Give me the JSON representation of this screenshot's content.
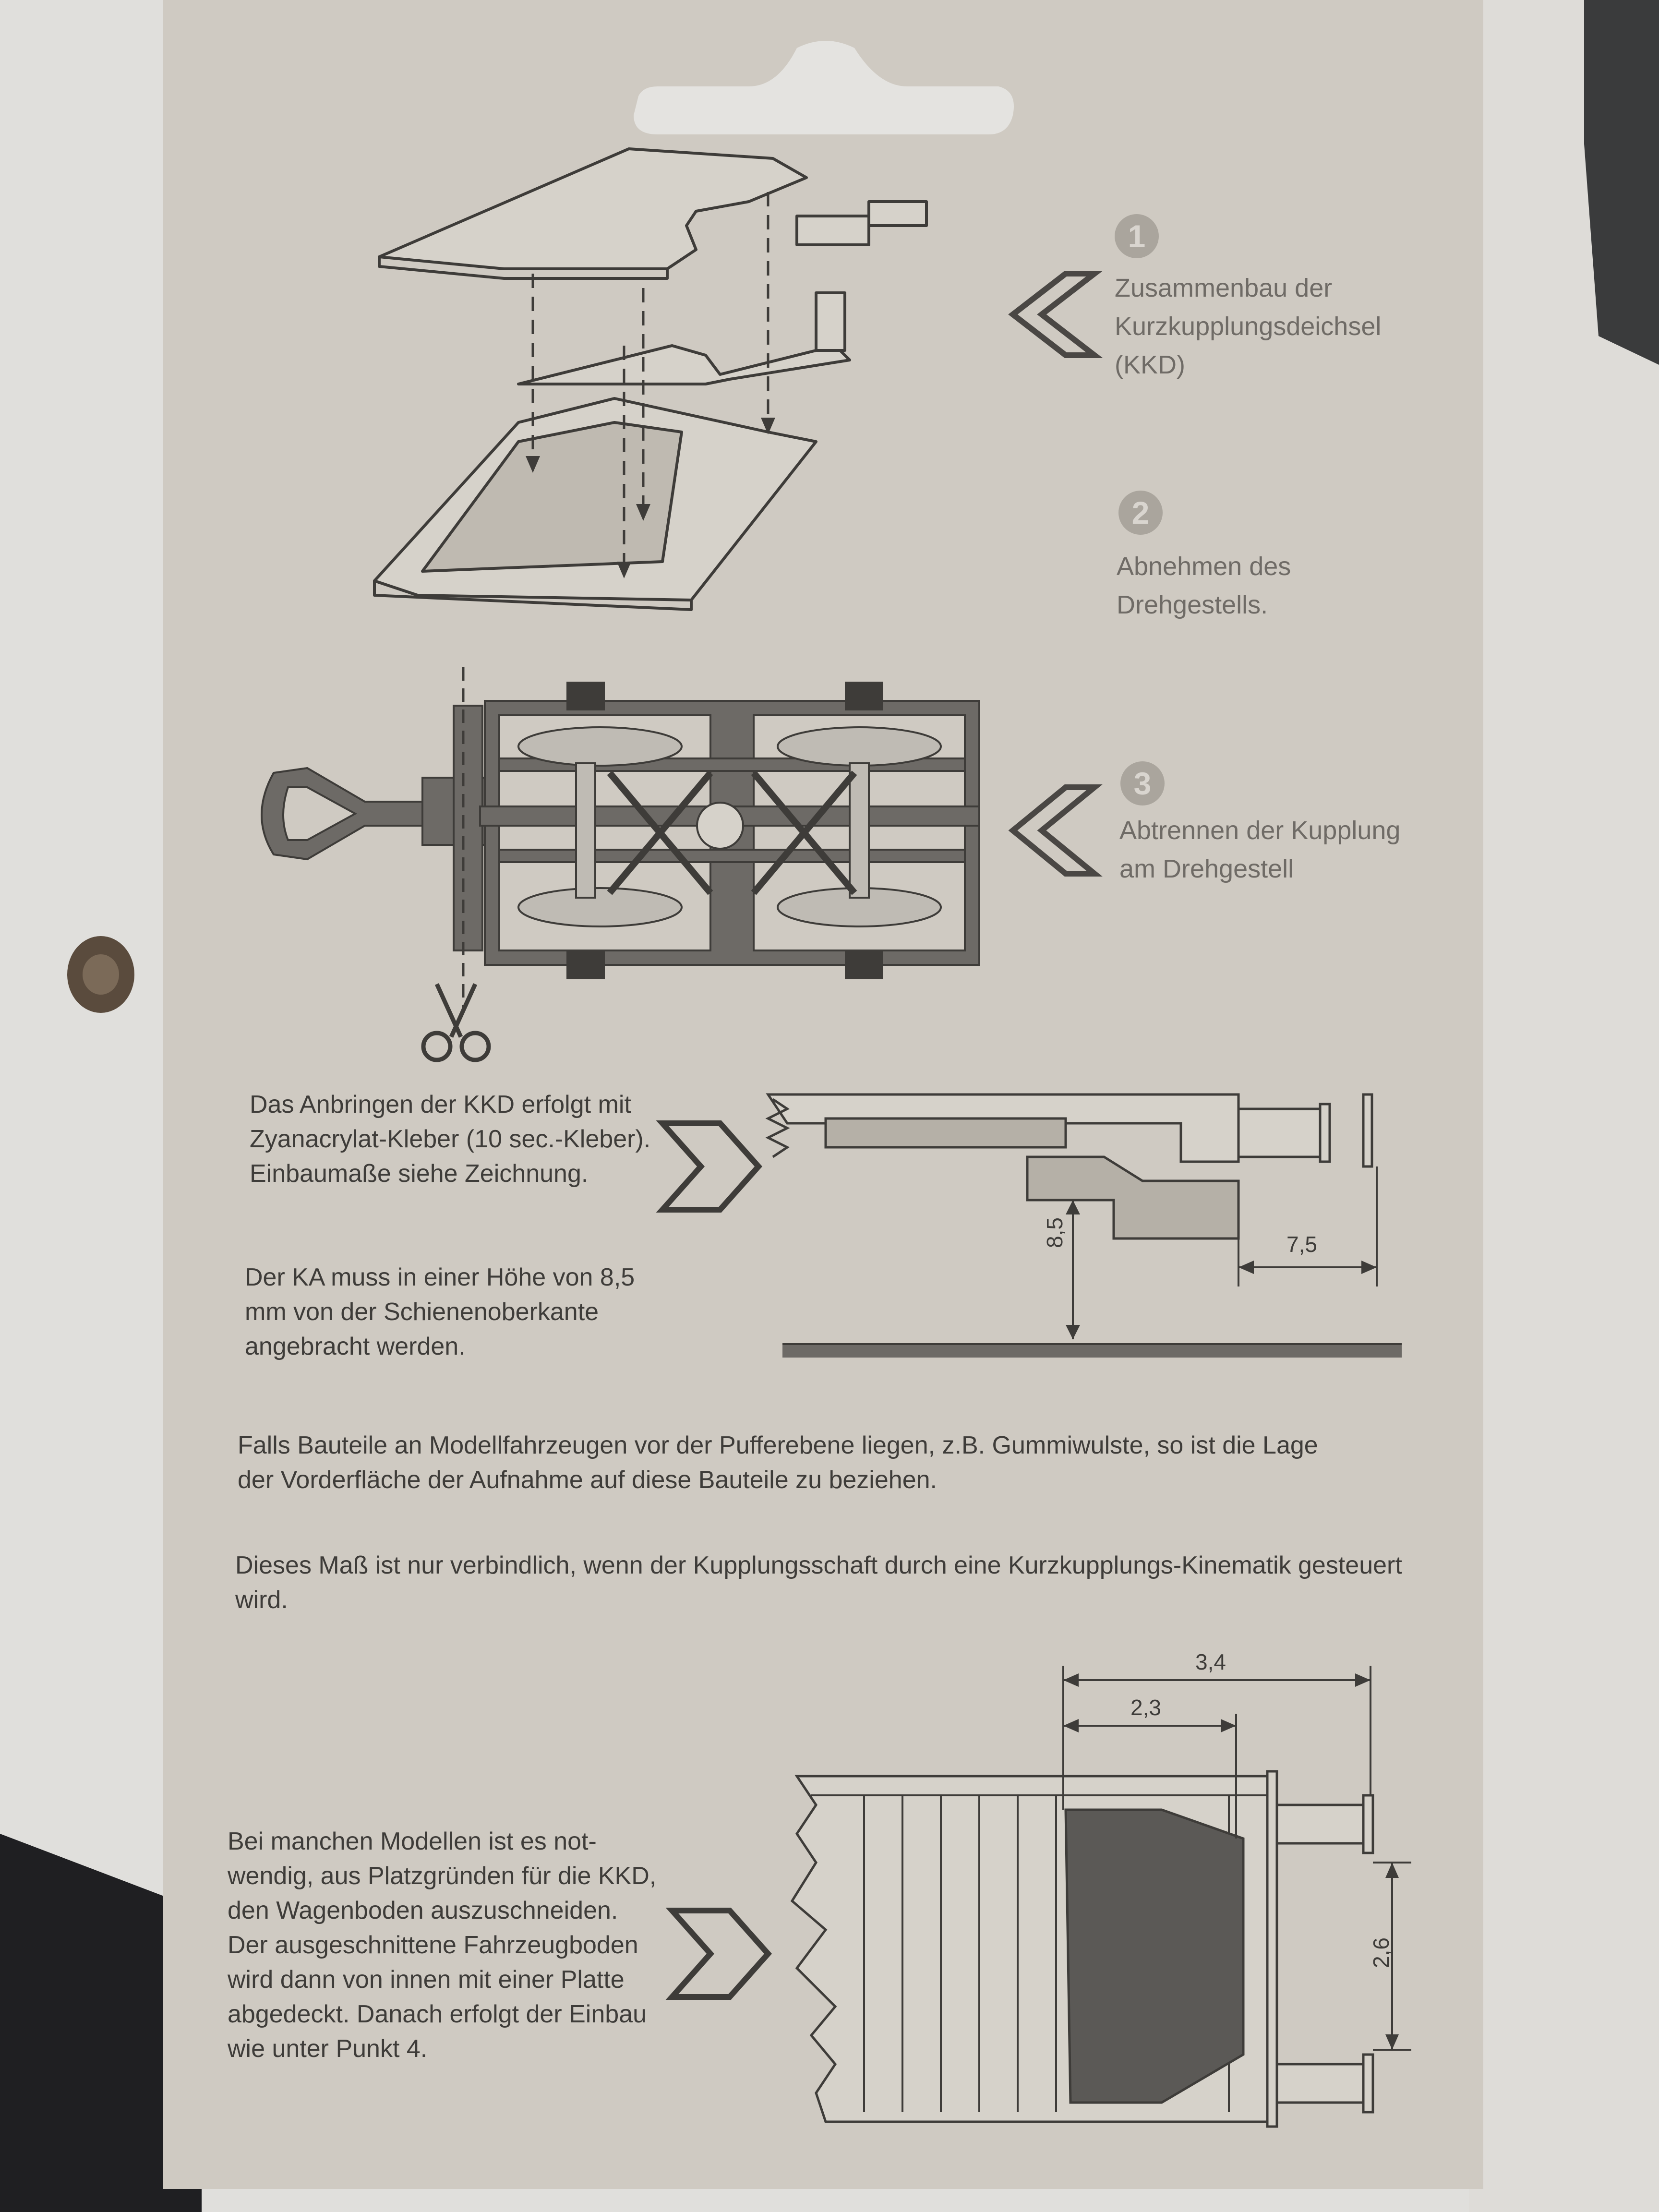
{
  "colors": {
    "card": "#cfcac2",
    "ink": "#3e3c39",
    "step_text": "#6f6b66"
  },
  "steps": [
    {
      "number": "1",
      "text": "Zusammenbau der\nKurzkupplungsdeichsel\n(KKD)"
    },
    {
      "number": "2",
      "text": "Abnehmen des\nDrehgestells."
    },
    {
      "number": "3",
      "text": "Abtrennen der Kupplung\nam Drehgestell"
    }
  ],
  "texts": {
    "mounting": "Das Anbringen der KKD erfolgt mit\nZyanacrylat-Kleber (10 sec.-Kleber).\nEinbaumaße siehe Zeichnung.",
    "height": "Der KA muss in einer Höhe von 8,5\nmm von der Schienenoberkante\nangebracht werden.",
    "buffer": "Falls Bauteile an Modellfahrzeugen vor der Pufferebene liegen, z.B. Gummiwulste, so ist die Lage\nder Vorderfläche der Aufnahme auf diese Bauteile zu beziehen.",
    "binding": "Dieses Maß ist nur verbindlich, wenn der Kupplungsschaft durch eine Kurzkupplungs-Kinematik gesteuert\nwird.",
    "cutout": "Bei manchen Modellen ist es not-\nwendig, aus Platzgründen für die KKD,\nden Wagenboden auszuschneiden.\nDer ausgeschnittene Fahrzeugboden\nwird dann von innen mit einer Platte\nabgedeckt. Danach erfolgt der Einbau\nwie unter Punkt 4."
  },
  "dimensions": {
    "height": "8,5",
    "depth": "7,5",
    "outer": "3,4",
    "inner": "2,3",
    "spacing": "2,6"
  },
  "icons": [
    "chevron-left-icon",
    "chevron-right-icon",
    "scissors-icon"
  ]
}
